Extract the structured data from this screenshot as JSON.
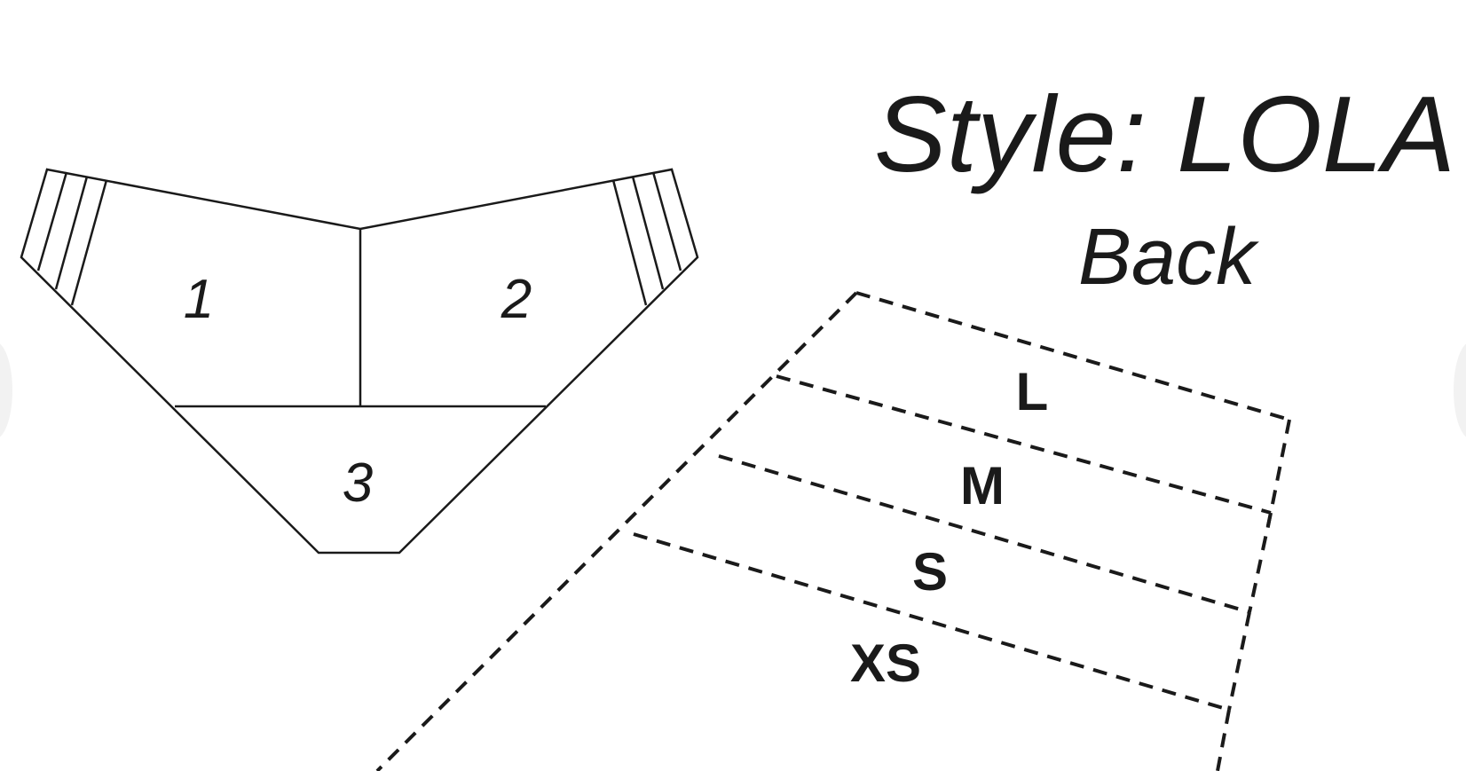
{
  "title": "Style: LOLA",
  "subtitle": "Back",
  "pattern_pieces": [
    {
      "id": "piece-1",
      "label": "1"
    },
    {
      "id": "piece-2",
      "label": "2"
    },
    {
      "id": "piece-3",
      "label": "3"
    }
  ],
  "size_labels": [
    "L",
    "M",
    "S",
    "XS"
  ],
  "colors": {
    "line": "#1a1a1a",
    "background": "#ffffff"
  }
}
